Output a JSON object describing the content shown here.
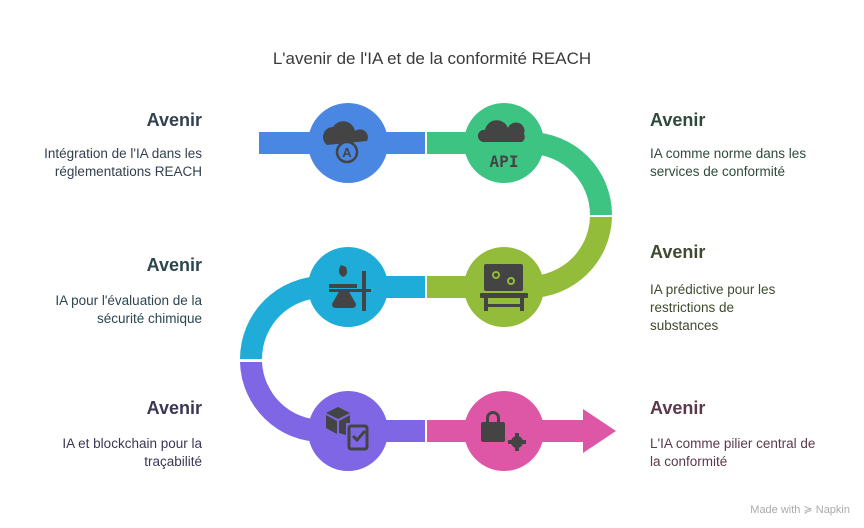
{
  "title": "L'avenir de l'IA et de la conformité REACH",
  "steps": [
    {
      "heading": "Avenir",
      "text": "Intégration de l'IA dans les réglementations REACH",
      "icon": "cloud-ai-sync-icon",
      "color": "#4A87E2",
      "text_color": "#33404f"
    },
    {
      "heading": "Avenir",
      "text": "IA comme norme dans les services de conformité",
      "icon": "cloud-api-icon",
      "color": "#3EC482",
      "text_color": "#2f4a3c"
    },
    {
      "heading": "Avenir",
      "text": "IA prédictive pour les restrictions de substances",
      "icon": "presentation-board-icon",
      "color": "#92BC3A",
      "text_color": "#3f4a30"
    },
    {
      "heading": "Avenir",
      "text": "IA pour l'évaluation de la sécurité chimique",
      "icon": "chemistry-lab-icon",
      "color": "#1FACD9",
      "text_color": "#2c4550"
    },
    {
      "heading": "Avenir",
      "text": "IA et blockchain pour la traçabilité",
      "icon": "box-checklist-icon",
      "color": "#7E66E4",
      "text_color": "#3c3656"
    },
    {
      "heading": "Avenir",
      "text": "L'IA comme pilier central de la conformité",
      "icon": "lock-gear-icon",
      "color": "#DE57A6",
      "text_color": "#5a3a4a"
    }
  ],
  "footer": "Made with ≽ Napkin"
}
